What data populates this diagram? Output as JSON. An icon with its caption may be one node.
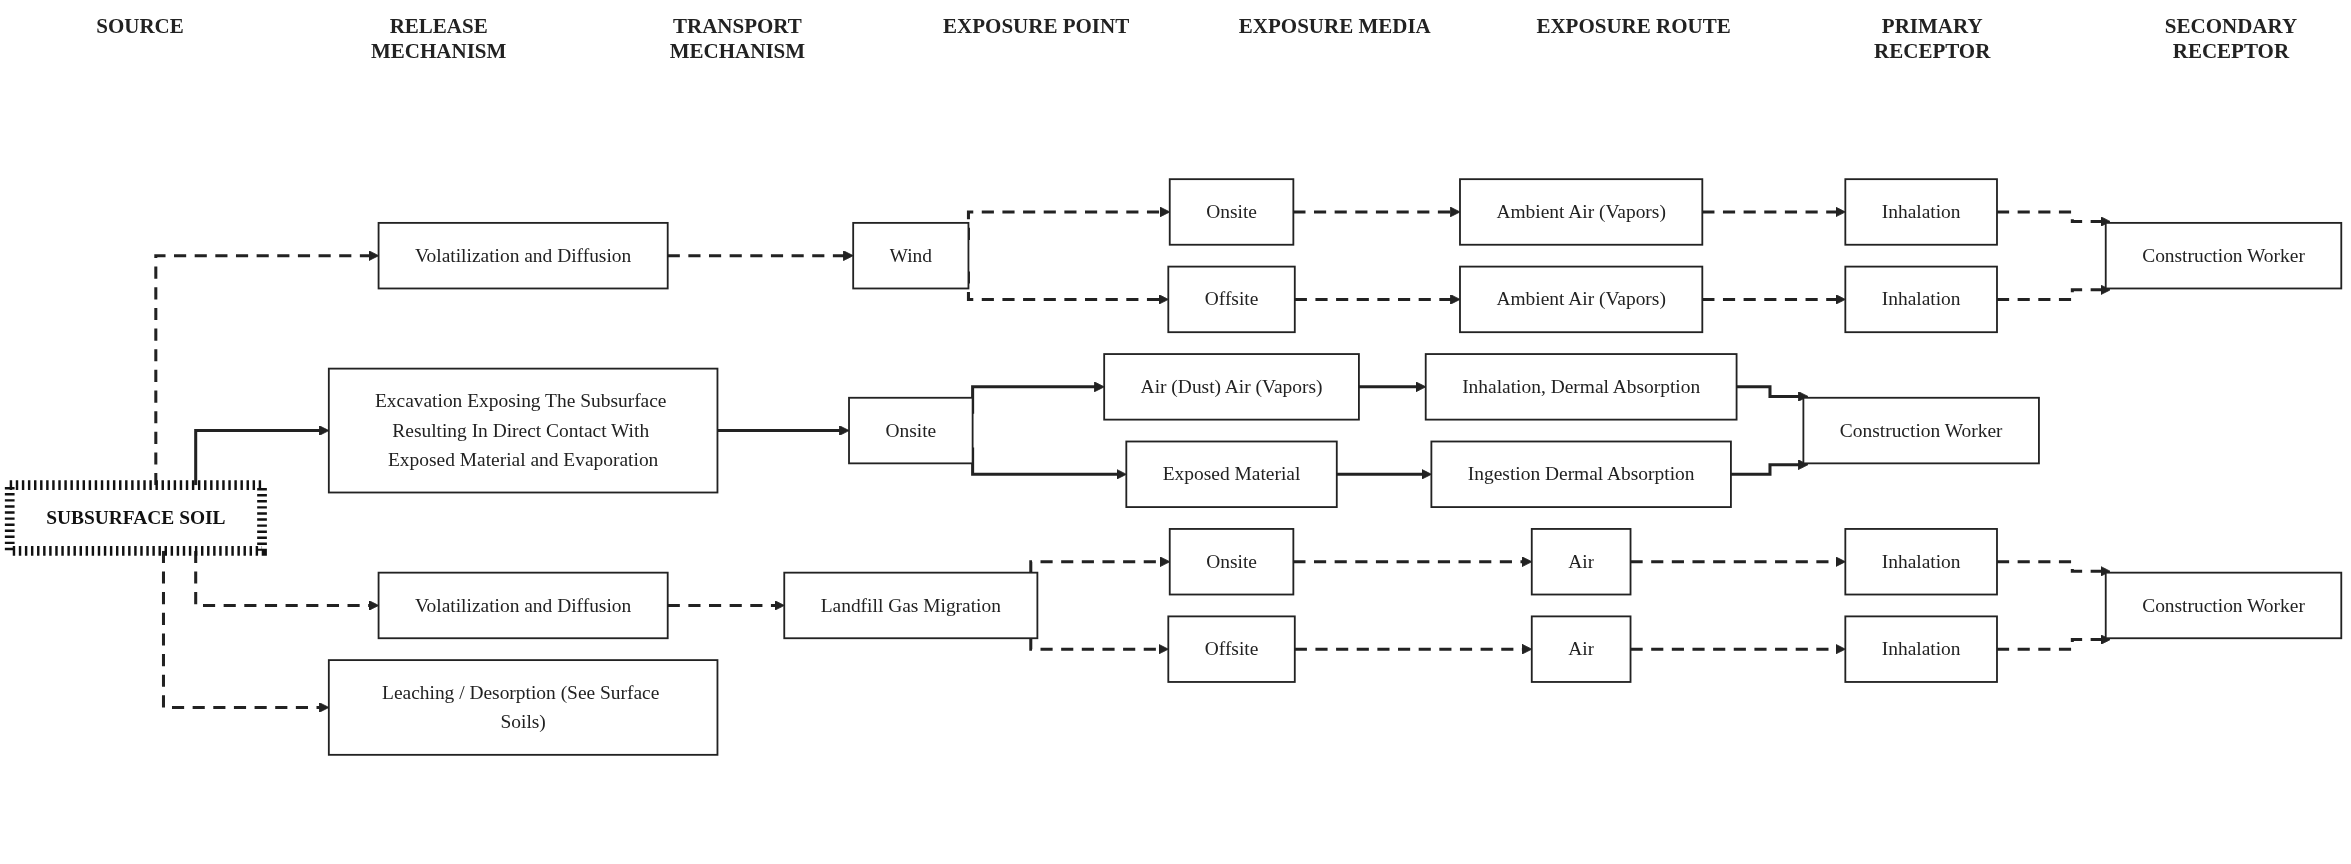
{
  "diagram": {
    "nodes": [
      {
        "text": [
          "SUBSURFACE SOIL"
        ]
      },
      {
        "text": [
          "Volatilization and Diffusion"
        ]
      },
      {
        "text": [
          "Wind"
        ]
      },
      {
        "text": [
          "Onsite"
        ]
      },
      {
        "text": [
          "Offsite"
        ]
      },
      {
        "text": [
          "Ambient Air (Vapors)"
        ]
      },
      {
        "text": [
          "Ambient Air (Vapors)"
        ]
      },
      {
        "text": [
          "Inhalation"
        ]
      },
      {
        "text": [
          "Inhalation"
        ]
      },
      {
        "text": [
          "Construction Worker"
        ]
      },
      {
        "text": [
          "Excavation Exposing The Subsurface Resulting In Direct Contact With Exposed Material and Evaporation"
        ]
      },
      {
        "text": [
          "Onsite"
        ]
      },
      {
        "text": [
          "Air (Dust) Air (Vapors)"
        ]
      },
      {
        "text": [
          "Exposed Material"
        ]
      },
      {
        "text": [
          "Inhalation, Dermal Absorption"
        ]
      },
      {
        "text": [
          "Ingestion Dermal Absorption"
        ]
      },
      {
        "text": [
          "Construction Worker"
        ]
      },
      {
        "text": [
          "Volatilization and Diffusion"
        ]
      },
      {
        "text": [
          "Landfill Gas Migration"
        ]
      },
      {
        "text": [
          "Onsite"
        ]
      },
      {
        "text": [
          "Offsite"
        ]
      },
      {
        "text": [
          "Air"
        ]
      },
      {
        "text": [
          "Air"
        ]
      },
      {
        "text": [
          "Inhalation"
        ]
      },
      {
        "text": [
          "Inhalation"
        ]
      },
      {
        "text": [
          "Construction Worker"
        ]
      },
      {
        "text": [
          "Leaching / Desorption (See Surface Soils)"
        ]
      }
    ],
    "edges": [
      {
        "from": 0,
        "to": 1,
        "arrow": "to",
        "style": "dashed"
      },
      {
        "from": 0,
        "to": 10,
        "arrow": "to"
      },
      {
        "from": 0,
        "to": 17,
        "arrow": "to",
        "style": "dashed"
      },
      {
        "from": 0,
        "to": 26,
        "arrow": "to",
        "style": "dashed"
      },
      {
        "from": 1,
        "to": 2,
        "arrow": "to",
        "style": "dashed"
      },
      {
        "from": 2,
        "to": 3,
        "arrow": "to",
        "style": "dashed"
      },
      {
        "from": 2,
        "to": 4,
        "arrow": "to",
        "style": "dashed"
      },
      {
        "from": 3,
        "to": 5,
        "arrow": "to",
        "style": "dashed"
      },
      {
        "from": 4,
        "to": 6,
        "arrow": "to",
        "style": "dashed"
      },
      {
        "from": 5,
        "to": 7,
        "arrow": "to",
        "style": "dashed"
      },
      {
        "from": 6,
        "to": 8,
        "arrow": "to",
        "style": "dashed"
      },
      {
        "from": 7,
        "to": 9,
        "arrow": "to",
        "style": "dashed"
      },
      {
        "from": 8,
        "to": 9,
        "arrow": "to",
        "style": "dashed"
      },
      {
        "from": 10,
        "to": 11,
        "arrow": "to"
      },
      {
        "from": 11,
        "to": 12,
        "arrow": "to"
      },
      {
        "from": 11,
        "to": 13,
        "arrow": "to"
      },
      {
        "from": 12,
        "to": 14,
        "arrow": "to"
      },
      {
        "from": 13,
        "to": 15,
        "arrow": "to"
      },
      {
        "from": 14,
        "to": 16,
        "arrow": "to"
      },
      {
        "from": 15,
        "to": 16,
        "arrow": "to"
      },
      {
        "from": 17,
        "to": 18,
        "arrow": "to",
        "style": "dashed"
      },
      {
        "from": 18,
        "to": 19,
        "arrow": "to",
        "style": "dashed"
      },
      {
        "from": 18,
        "to": 20,
        "arrow": "to",
        "style": "dashed"
      },
      {
        "from": 19,
        "to": 21,
        "arrow": "to",
        "style": "dashed"
      },
      {
        "from": 20,
        "to": 22,
        "arrow": "to",
        "style": "dashed"
      },
      {
        "from": 21,
        "to": 23,
        "arrow": "to",
        "style": "dashed"
      },
      {
        "from": 22,
        "to": 24,
        "arrow": "to",
        "style": "dashed"
      },
      {
        "from": 23,
        "to": 25,
        "arrow": "to",
        "style": "dashed"
      },
      {
        "from": 24,
        "to": 25,
        "arrow": "to",
        "style": "dashed"
      }
    ],
    "labels": [
      "SOURCE",
      "RELEASE MECHANISM",
      "TRANSPORT MECHANISM",
      "EXPOSURE POINT",
      "EXPOSURE MEDIA",
      "EXPOSURE ROUTE",
      "PRIMARY RECEPTOR",
      "SECONDARY RECEPTOR"
    ]
  }
}
